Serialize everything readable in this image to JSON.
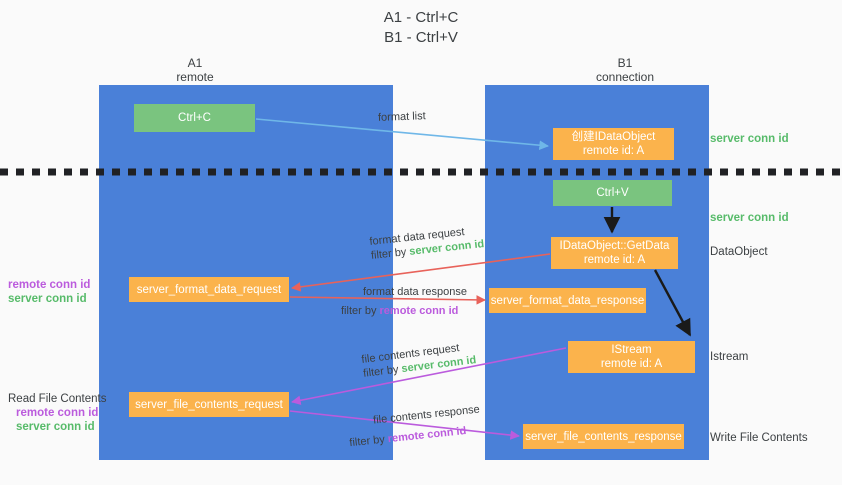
{
  "title": {
    "line1": "A1 - Ctrl+C",
    "line2": "B1 - Ctrl+V"
  },
  "columns": {
    "left": {
      "name": "A1",
      "role": "remote"
    },
    "right": {
      "name": "B1",
      "role": "connection"
    }
  },
  "colors": {
    "lane": "#4a80d8",
    "green_box": "#7ac47f",
    "orange_box": "#fbb34c",
    "server_conn_id": "#57bb6a",
    "remote_conn_id": "#bb5bdd",
    "background": "#fafafa",
    "divider": "#202124",
    "arrow_format_list": "#6fb7e8",
    "arrow_format_data": "#e8625a",
    "arrow_file_contents": "#bb5bdd",
    "arrow_black": "#1a1a1a"
  },
  "boxes": {
    "ctrl_c": {
      "label": "Ctrl+C"
    },
    "idataobject_create": {
      "line1": "创建IDataObject",
      "line2": "remote id: A"
    },
    "ctrl_v": {
      "label": "Ctrl+V"
    },
    "getdata": {
      "line1": "IDataObject::GetData",
      "line2": "remote id: A"
    },
    "server_format_data_request": {
      "label": "server_format_data_request"
    },
    "server_format_data_response": {
      "label": "server_format_data_response"
    },
    "istream": {
      "line1": "IStream",
      "line2": "remote id: A"
    },
    "server_file_contents_request": {
      "label": "server_file_contents_request"
    },
    "server_file_contents_response": {
      "label": "server_file_contents_response"
    }
  },
  "edges": {
    "format_list": {
      "label": "format list"
    },
    "format_data_request": {
      "line1": "format data request",
      "filter_prefix": "filter by ",
      "filter_value": "server conn id"
    },
    "format_data_response": {
      "line1": "format data response",
      "filter_prefix": "filter by ",
      "filter_value": "remote conn id"
    },
    "file_contents_request": {
      "line1": "file contents request",
      "filter_prefix": "filter by ",
      "filter_value": "server conn id"
    },
    "file_contents_response": {
      "line1": "file contents response",
      "filter_prefix": "filter by ",
      "filter_value": "remote conn id"
    }
  },
  "annotations": {
    "right": {
      "server_conn_id_top": "server conn id",
      "server_conn_id_mid": "server conn id",
      "dataobject": "DataObject",
      "istream": "Istream",
      "write_file_contents": "Write File Contents"
    },
    "left": {
      "remote_conn_id_1": "remote conn id",
      "server_conn_id_1": "server conn id",
      "read_file_contents": "Read File Contents",
      "remote_conn_id_2": "remote conn id",
      "server_conn_id_2": "server conn id"
    }
  }
}
